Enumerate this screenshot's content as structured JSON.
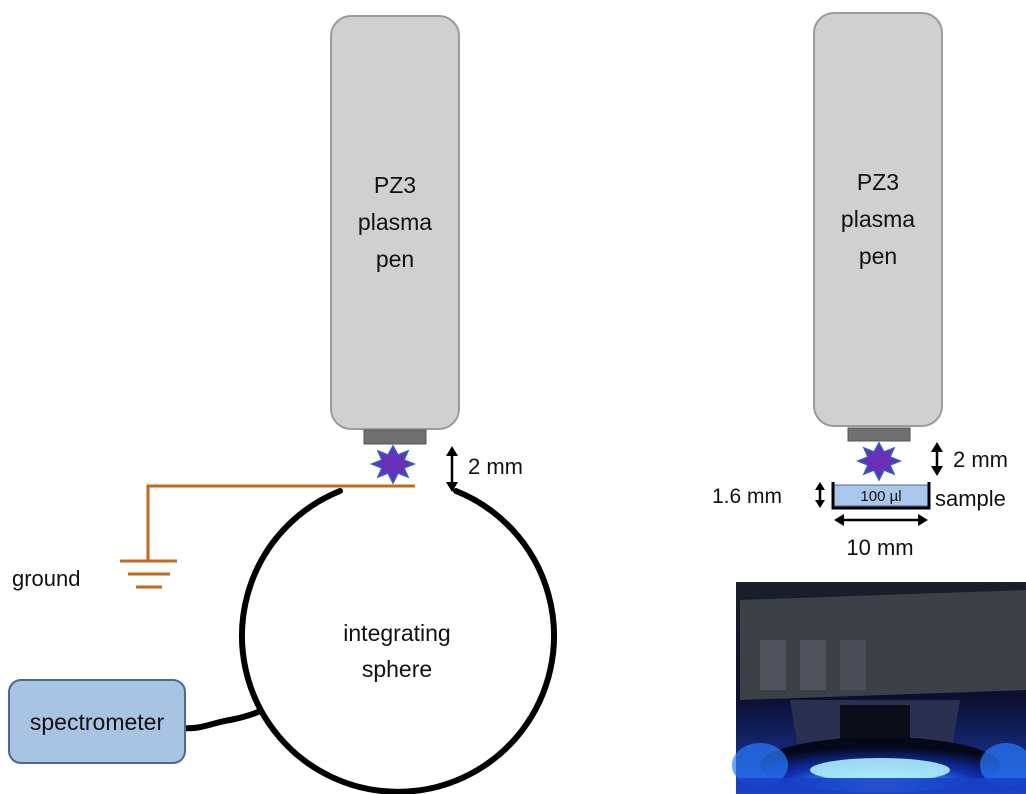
{
  "left_setup": {
    "pen_label": [
      "PZ3",
      "plasma",
      "pen"
    ],
    "gap_label": "2 mm",
    "ground_label": "ground",
    "sphere_label": [
      "integrating",
      "sphere"
    ],
    "spectrometer_label": "spectrometer"
  },
  "right_setup": {
    "pen_label": [
      "PZ3",
      "plasma",
      "pen"
    ],
    "gap_label": "2 mm",
    "well_height_label": "1.6 mm",
    "volume_label": "100 µl",
    "sample_label": "sample",
    "width_label": "10 mm"
  },
  "colors": {
    "pen_body": "#d0d0d0",
    "pen_outline": "#9a9aa0",
    "nozzle": "#707070",
    "plasma_spark": "#6a2fb8",
    "spark_core": "#2a5fd0",
    "ground_wire": "#c06a1e",
    "sphere_stroke": "#000000",
    "spectrometer_fill": "#a9c3e3",
    "spectrometer_stroke": "#4a6a94",
    "sample_fill": "#a9c7ea",
    "photo_glow": "#2aa8ff"
  },
  "icons": [
    "plasma-spark-icon",
    "double-arrow-icon",
    "ground-symbol-icon"
  ]
}
